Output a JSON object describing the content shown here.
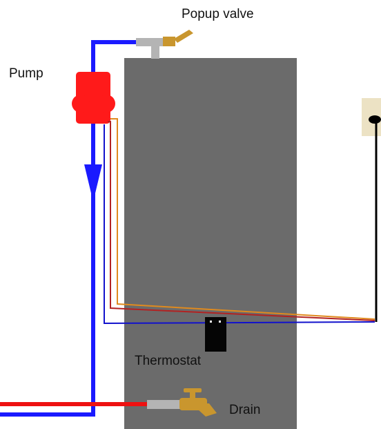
{
  "labels": {
    "popup_valve": "Popup valve",
    "pump": "Pump",
    "thermostat": "Thermostat",
    "drain": "Drain"
  },
  "colors": {
    "tank": "#6b6b6b",
    "cold_pipe": "#1a1aff",
    "hot_pipe": "#ee1111",
    "pump_body": "#ff1a1a",
    "valve_fitting": "#b4b4b4",
    "brass": "#c9962e",
    "outlet_plate": "#ece2c4",
    "thermostat_box": "#050505",
    "wire_orange": "#e08a1e",
    "wire_red": "#b22222",
    "wire_blue": "#1111cc",
    "cord": "#000000"
  }
}
